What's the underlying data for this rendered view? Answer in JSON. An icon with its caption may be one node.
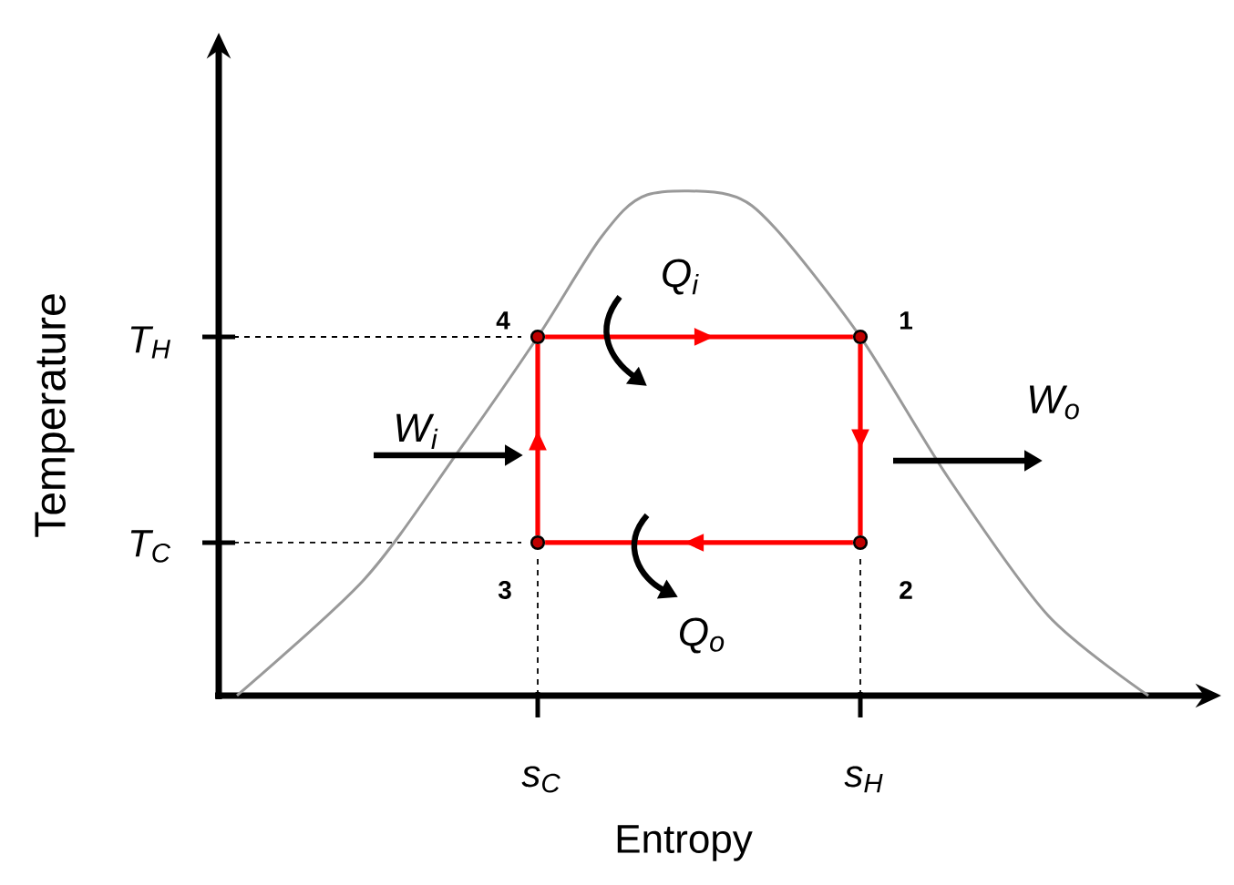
{
  "diagram": {
    "nodes": [
      {
        "text": [],
        "shape": "circle",
        "beside": [
          "1"
        ]
      },
      {
        "text": [],
        "shape": "circle",
        "beside": [
          "2"
        ]
      },
      {
        "text": [],
        "shape": "circle",
        "beside": [
          "3"
        ]
      },
      {
        "text": [],
        "shape": "circle",
        "beside": [
          "4"
        ]
      }
    ],
    "edges": [
      {
        "from": 3,
        "to": 0,
        "arrow": "to"
      },
      {
        "from": 0,
        "to": 1,
        "arrow": "to"
      },
      {
        "from": 1,
        "to": 2,
        "arrow": "to"
      },
      {
        "from": 2,
        "to": 3,
        "arrow": "to"
      }
    ],
    "labels": [
      "Temperature",
      "T$_{H}$",
      "T$_{C}$",
      "Q$_{i}$",
      "W$_{i}$",
      "W$_{o}$",
      "Q$_{o}$",
      "s$_{C}$",
      "s$_{H}$",
      "Entropy"
    ]
  }
}
